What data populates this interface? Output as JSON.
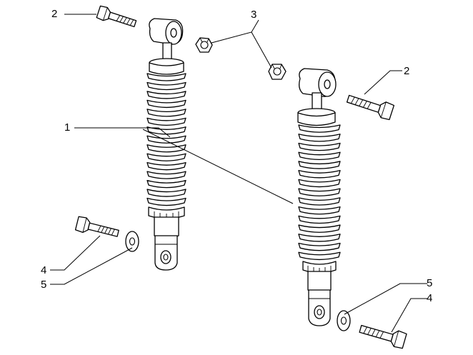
{
  "diagram": {
    "callouts": {
      "c1": "1",
      "c2_left": "2",
      "c2_right": "2",
      "c3": "3",
      "c4_left": "4",
      "c4_right": "4",
      "c5_left": "5",
      "c5_right": "5"
    },
    "line_color": "#000000",
    "background": "#ffffff"
  }
}
